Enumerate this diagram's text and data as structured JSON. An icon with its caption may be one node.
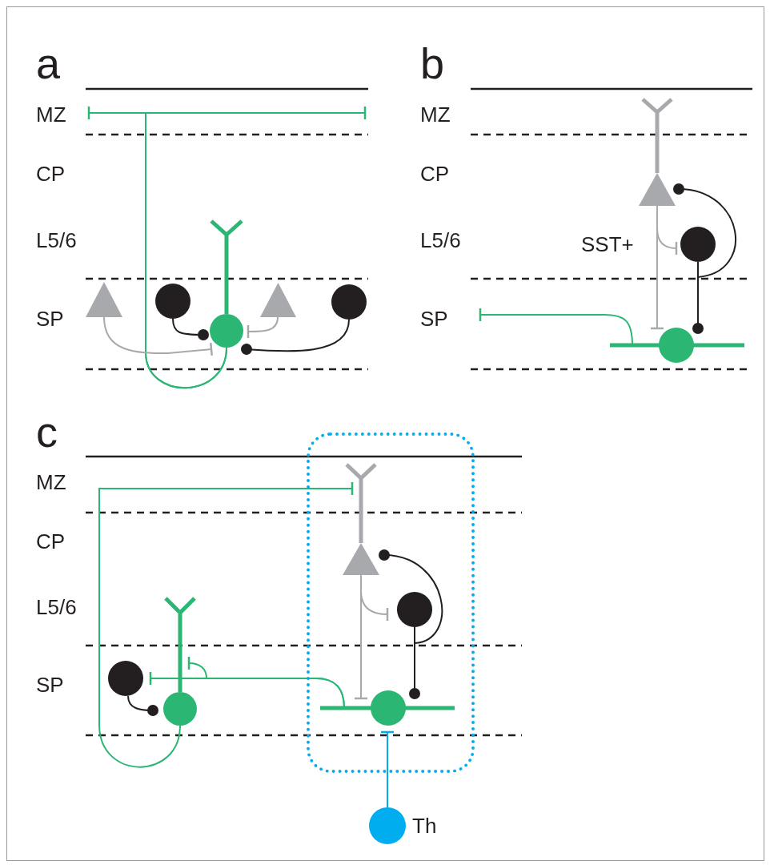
{
  "diagram": {
    "nodes": [
      {
        "text": [],
        "shape": "circle"
      },
      {
        "text": [],
        "shape": "triangle"
      },
      {
        "text": [],
        "shape": "circle"
      },
      {
        "text": [],
        "shape": "triangle"
      },
      {
        "text": [],
        "shape": "circle"
      },
      {
        "text": [],
        "shape": "triangle"
      },
      {
        "text": [],
        "shape": "circle",
        "beside": [
          "SST+"
        ]
      },
      {
        "text": [],
        "shape": "circle"
      },
      {
        "text": [],
        "shape": "circle"
      },
      {
        "text": [],
        "shape": "circle"
      },
      {
        "text": [],
        "shape": "box"
      },
      {
        "text": [],
        "shape": "triangle",
        "in": 10
      },
      {
        "text": [],
        "shape": "circle",
        "in": 10
      },
      {
        "text": [],
        "shape": "circle",
        "in": 10
      },
      {
        "text": [],
        "shape": "circle",
        "beside": [
          "Th"
        ]
      }
    ],
    "edges": [
      {
        "from": 0,
        "to": null,
        "arrow": "other",
        "color": "#2bb673"
      },
      {
        "from": 0,
        "to": null,
        "arrow": "other",
        "color": "#2bb673"
      },
      {
        "from": 1,
        "to": 0,
        "arrow": "other",
        "color": "#a7a9ac"
      },
      {
        "from": 2,
        "to": 0,
        "arrow": "other",
        "color": "#231f20"
      },
      {
        "from": 3,
        "to": 0,
        "arrow": "other",
        "color": "#a7a9ac"
      },
      {
        "from": 4,
        "to": 0,
        "arrow": "other",
        "color": "#231f20"
      },
      {
        "from": 5,
        "to": 6,
        "arrow": "other",
        "color": "#a7a9ac"
      },
      {
        "from": 5,
        "to": 7,
        "arrow": "other",
        "color": "#a7a9ac"
      },
      {
        "from": 6,
        "to": 5,
        "arrow": "other",
        "color": "#231f20"
      },
      {
        "from": 6,
        "to": 7,
        "arrow": "other",
        "color": "#231f20"
      },
      {
        "from": 7,
        "to": null,
        "arrow": "other",
        "color": "#2bb673"
      },
      {
        "from": 9,
        "to": 11,
        "arrow": "other",
        "color": "#2bb673"
      },
      {
        "from": 8,
        "to": 9,
        "arrow": "other",
        "color": "#231f20"
      },
      {
        "from": 13,
        "to": 8,
        "arrow": "other",
        "color": "#2bb673"
      },
      {
        "from": 13,
        "to": 9,
        "arrow": "other",
        "color": "#2bb673"
      },
      {
        "from": 11,
        "to": 12,
        "arrow": "other",
        "color": "#a7a9ac"
      },
      {
        "from": 11,
        "to": 13,
        "arrow": "other",
        "color": "#a7a9ac"
      },
      {
        "from": 12,
        "to": 11,
        "arrow": "other",
        "color": "#231f20"
      },
      {
        "from": 12,
        "to": 13,
        "arrow": "other",
        "color": "#231f20"
      },
      {
        "from": 14,
        "to": 13,
        "arrow": "other",
        "color": "#00aeef"
      }
    ],
    "labels": [
      "a",
      "MZ",
      "CP",
      "L5/6",
      "SP",
      "b",
      "MZ",
      "CP",
      "L5/6",
      "SP",
      "c",
      "MZ",
      "CP",
      "L5/6",
      "SP"
    ]
  }
}
